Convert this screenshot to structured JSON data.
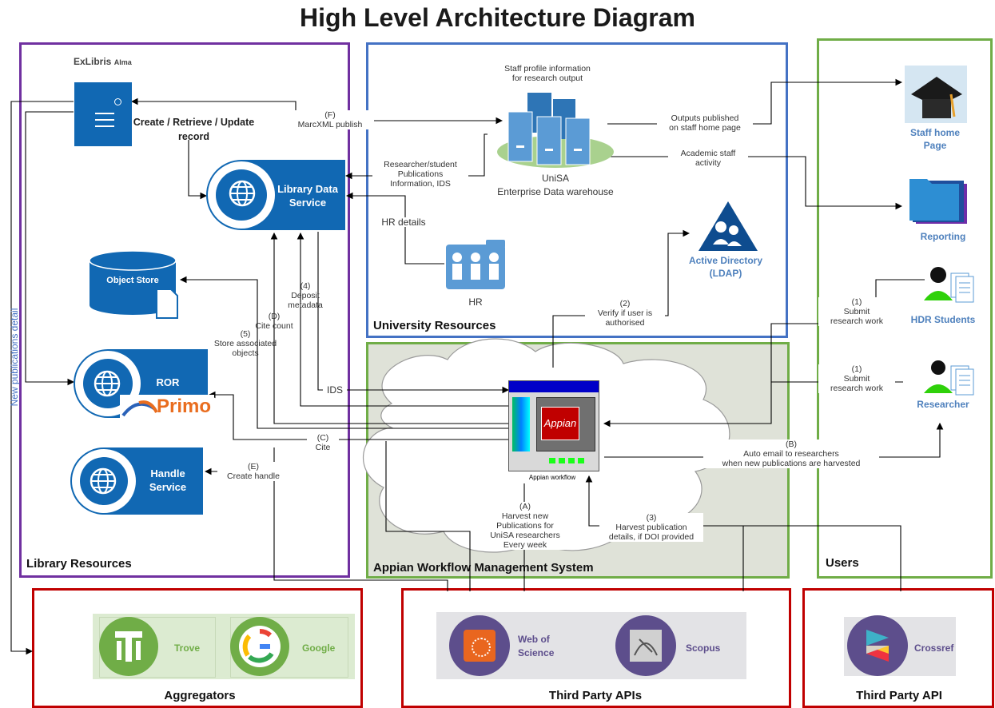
{
  "title": "High Level Architecture Diagram",
  "panels": {
    "library": "Library Resources",
    "university": "University Resources",
    "appian": "Appian Workflow Management System",
    "users": "Users",
    "aggregators": "Aggregators",
    "third_party_apis": "Third Party APIs",
    "third_party_api": "Third Party API"
  },
  "nodes": {
    "exlibris": "ExLibris",
    "alma": "Alma",
    "crud": "Create / Retrieve / Update\nrecord",
    "lds": "Library Data\nService",
    "object_store": "Object Store",
    "ror": "ROR",
    "primo": "Primo",
    "handle": "Handle\nService",
    "staff_profile": "Staff profile information\nfor research output",
    "unisa": "UniSA",
    "edw": "Enterprise Data warehouse",
    "hr": "HR",
    "active_directory": "Active Directory\n(LDAP)",
    "appian_logo": "Appian",
    "appian_workflow": "Appian workflow",
    "staff_home": "Staff home\nPage",
    "reporting": "Reporting",
    "hdr": "HDR Students",
    "researcher": "Researcher",
    "trove": "Trove",
    "google": "Google",
    "wos": "Web of\nScience",
    "scopus": "Scopus",
    "crossref": "Crossref"
  },
  "edges": {
    "f_label": "(F)\nMarcXML publish",
    "researcher_info": "Researcher/student\nPublications\nInformation, IDS",
    "hr_details": "HR details",
    "outputs_published": "Outputs published\non staff home page",
    "academic_activity": "Academic staff\nactivity",
    "deposit": "(4)\nDeposit\nmetadata",
    "cite_count": "(D)\nCite count",
    "store_objects": "(5)\nStore associated\nobjects",
    "ids": "IDS",
    "cite": "(C)\nCite",
    "create_handle": "(E)\nCreate handle",
    "verify": "(2)\nVerify if user is\nauthorised",
    "submit1": "(1)\nSubmit\nresearch work",
    "submit2": "(1)\nSubmit\nresearch work",
    "auto_email": "(B)\nAuto email to researchers\nwhen new publications are harvested",
    "harvest_a": "(A)\nHarvest new\nPublications for\nUniSA researchers\nEvery week",
    "harvest_3": "(3)\nHarvest  publication\ndetails, if DOI provided",
    "new_pub_detail": "New publications detail"
  },
  "colors": {
    "library": "#7030a0",
    "university": "#4472c4",
    "appian": "#70ad47",
    "thirdparty": "#c00000",
    "service": "#1168b3"
  }
}
